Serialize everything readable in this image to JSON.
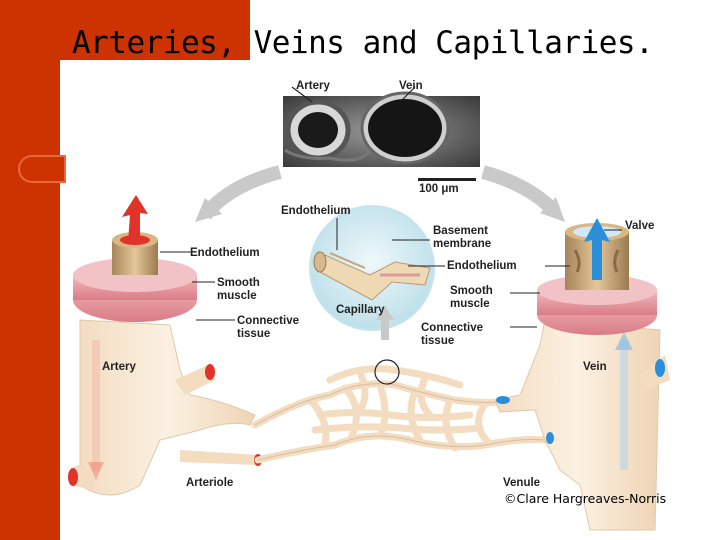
{
  "slide": {
    "title": "Arteries, Veins and Capillaries.",
    "copyright": "©Clare Hargreaves-Norris"
  },
  "micrograph": {
    "artery_label": "Artery",
    "vein_label": "Vein",
    "scale_label": "100 μm"
  },
  "labels": {
    "endothelium_center": "Endothelium",
    "endothelium_left": "Endothelium",
    "smooth_muscle_left_1": "Smooth",
    "smooth_muscle_left_2": "muscle",
    "connective_left_1": "Connective",
    "connective_left_2": "tissue",
    "artery": "Artery",
    "arteriole": "Arteriole",
    "basement_1": "Basement",
    "basement_2": "membrane",
    "endothelium_right": "Endothelium",
    "smooth_muscle_right_1": "Smooth",
    "smooth_muscle_right_2": "muscle",
    "connective_right_1": "Connective",
    "connective_right_2": "tissue",
    "capillary": "Capillary",
    "valve": "Valve",
    "vein": "Vein",
    "venule": "Venule"
  },
  "colors": {
    "slide_red": "#cc3300",
    "artery_red": "#e0332a",
    "vein_blue": "#2a8fd8",
    "vessel_cream": "#f6e6cf",
    "muscle_pink": "#e8a0a6"
  }
}
